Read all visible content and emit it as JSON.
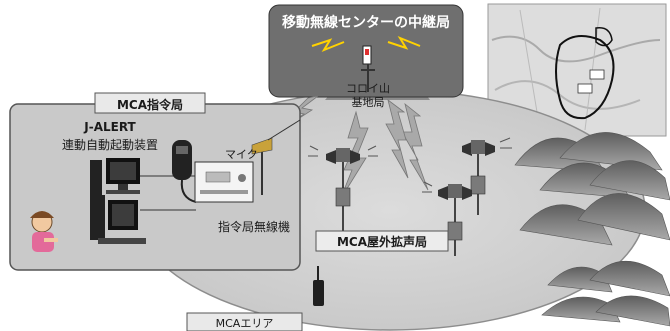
{
  "labels": {
    "relay_station": "移動無線センターの中継局",
    "base_station_line1": "コロイ山",
    "base_station_line2": "基地局",
    "command_station": "MCA指令局",
    "jalert_line1": "J-ALERT",
    "jalert_line2": "連動自動起動装置",
    "microphone": "マイク",
    "command_radio": "指令局無線機",
    "outdoor_speaker": "MCA屋外拡声局",
    "mca_area": "MCAエリア"
  },
  "colors": {
    "relay_box_fill": "#6f6f6f",
    "area_ellipse_fill": "#d3d3d3",
    "command_panel_fill": "#c9c9c9",
    "mountain_fill": "#8a8a8a",
    "map_fill": "#d9d9d9",
    "route_line": "#111111"
  },
  "icons": [
    "antenna-icon",
    "lightning-signal-icon",
    "loudspeaker-mast-icon",
    "computer-icon",
    "microphone-icon",
    "radio-unit-icon",
    "handheld-radio-icon",
    "operator-person-icon",
    "mountain-icon",
    "map-inset"
  ]
}
